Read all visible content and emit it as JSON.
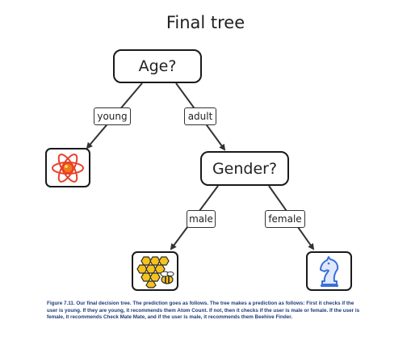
{
  "diagram": {
    "title": "Final tree",
    "root": {
      "label": "Age?"
    },
    "edges": {
      "young": "young",
      "adult": "adult",
      "male": "male",
      "female": "female"
    },
    "gender_node": {
      "label": "Gender?"
    },
    "leaves": {
      "atom": {
        "icon": "atom-icon",
        "color": "#e8402a"
      },
      "beehive": {
        "icon": "beehive-icon",
        "color": "#f2b010"
      },
      "chess": {
        "icon": "chess-knight-icon",
        "color": "#3a6fd8"
      }
    },
    "caption": "Figure 7.11. Our final decision tree. The prediction goes as follows. The tree makes a prediction as follows: First it checks if the user is young. If they are young, it recommends them Atom Count. If not, then it checks if the user is male or female. If the user is female, it recommends Check Mate Mate, and if the user is male, it recommends them Beehive Finder."
  }
}
